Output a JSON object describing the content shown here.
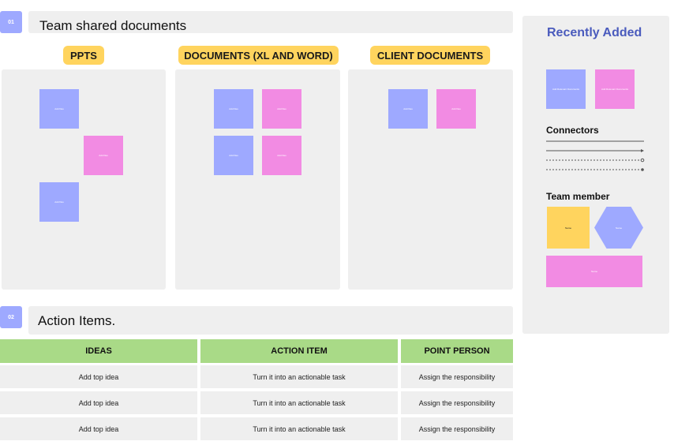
{
  "section1": {
    "number": "01",
    "title": "Team shared documents",
    "columns": [
      {
        "label": "PPTS",
        "stickies": [
          "Add files",
          "Add files",
          "Add files"
        ]
      },
      {
        "label": "DOCUMENTS (XL AND WORD)",
        "stickies": [
          "Add files",
          "Add files",
          "Add files",
          "Add files"
        ]
      },
      {
        "label": "CLIENT DOCUMENTS",
        "stickies": [
          "Add files",
          "Add files"
        ]
      }
    ]
  },
  "section2": {
    "number": "02",
    "title": "Action Items.",
    "headers": [
      "IDEAS",
      "ACTION ITEM",
      "POINT PERSON"
    ],
    "rows": [
      [
        "Add top idea",
        "Turn it into an actionable task",
        "Assign the responsibility"
      ],
      [
        "Add top idea",
        "Turn it into an actionable task",
        "Assign the responsibility"
      ],
      [
        "Add top idea",
        "Turn it into an actionable task",
        "Assign the responsibility"
      ]
    ]
  },
  "sidebar": {
    "title": "Recently Added",
    "recent": [
      "Add Relevant Documents",
      "Add Relevant Documents"
    ],
    "connectors_label": "Connectors",
    "team_label": "Team member",
    "team": [
      "Name",
      "Name",
      "Name"
    ]
  },
  "colors": {
    "accent_blue": "#9ea9ff",
    "accent_pink": "#f28be3",
    "accent_yellow": "#ffd45e",
    "table_header_green": "#a9da87",
    "panel_gray": "#efefef",
    "title_blue": "#4a5bbd"
  }
}
